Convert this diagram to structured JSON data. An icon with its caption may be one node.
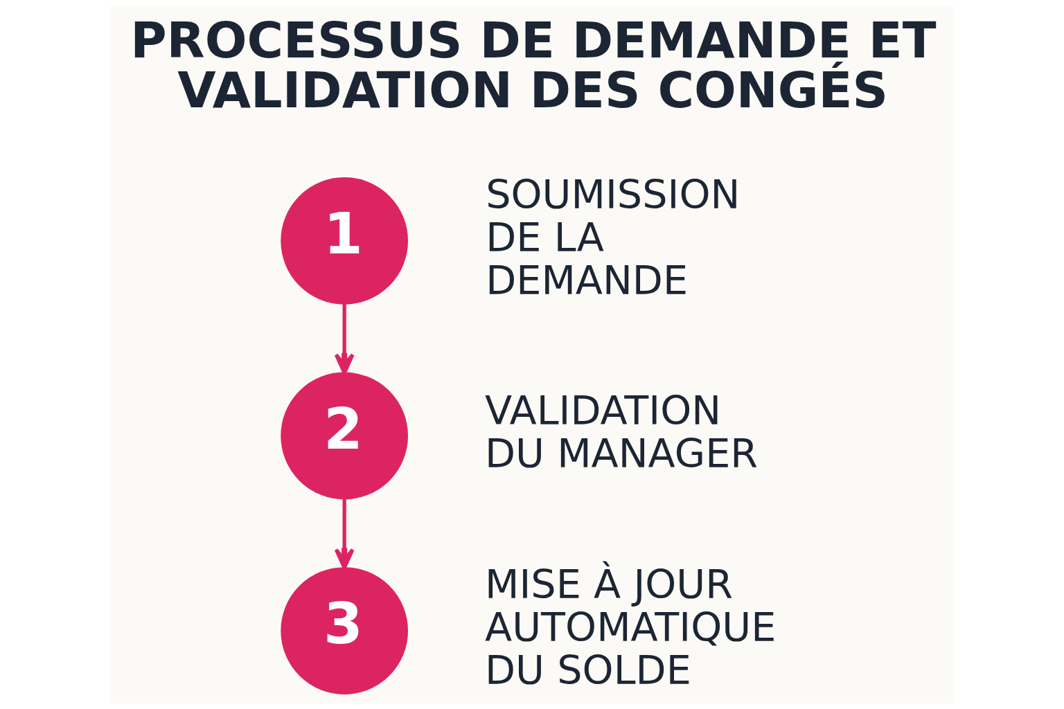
{
  "diagram": {
    "title": "PROCESSUS DE DEMANDE ET VALIDATION DES CONGÉS",
    "nodes": [
      {
        "text": [
          "1"
        ],
        "beside": [
          "SOUMISSION DE LA DEMANDE"
        ]
      },
      {
        "text": [
          "2"
        ],
        "beside": [
          "VALIDATION DU MANAGER"
        ]
      },
      {
        "text": [
          "3"
        ],
        "beside": [
          "MISE À JOUR AUTOMATIQUE DU SOLDE"
        ]
      }
    ],
    "edges": [
      {
        "from": 0,
        "to": 1,
        "arrow": "to"
      },
      {
        "from": 1,
        "to": 2,
        "arrow": "to"
      }
    ]
  }
}
